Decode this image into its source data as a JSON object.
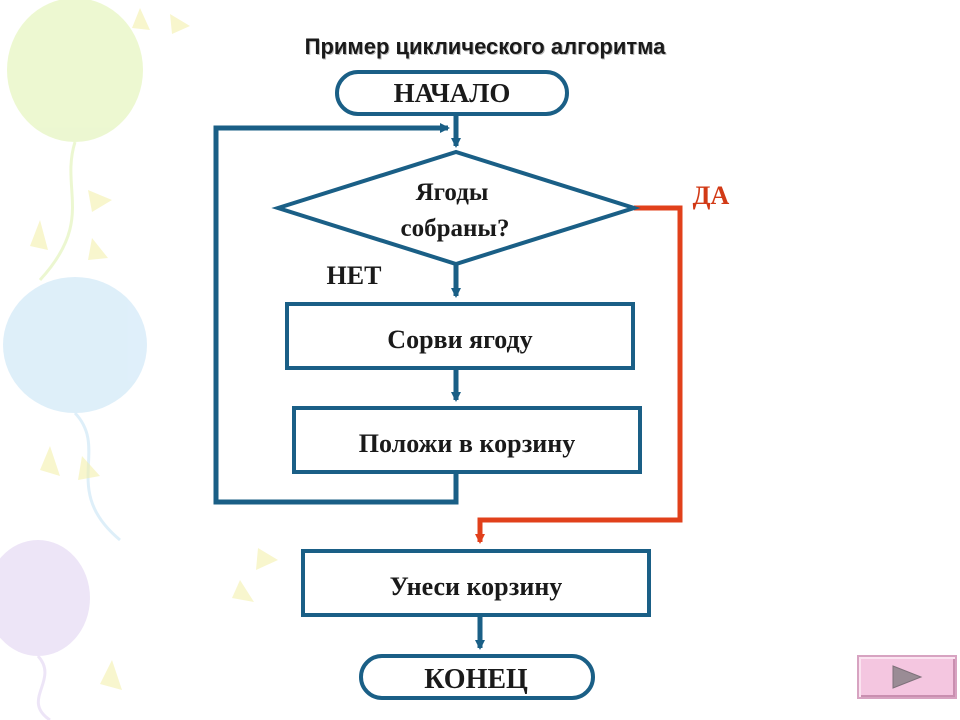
{
  "slide": {
    "title": "Пример циклического алгоритма",
    "colors": {
      "flow_line": "#1a5f86",
      "yes_line": "#e1401b",
      "yes_label": "#d23a16",
      "text": "#1a1a1a",
      "nav_button": "#f4c6e0",
      "nav_arrow": "#9a8c95"
    }
  },
  "flowchart": {
    "start": "НАЧАЛО",
    "decision_line1": "Ягоды",
    "decision_line2": "собраны?",
    "no_label": "НЕТ",
    "yes_label": "ДА",
    "step1": "Сорви ягоду",
    "step2": "Положи в корзину",
    "step3": "Унеси корзину",
    "end": "КОНЕЦ"
  },
  "nav": {
    "next_icon": "play-arrow-icon"
  }
}
